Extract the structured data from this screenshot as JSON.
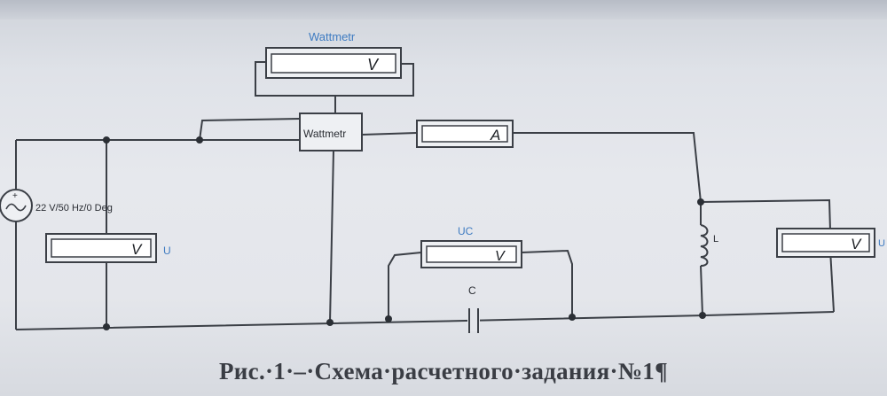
{
  "diagram": {
    "wattmeter_top_label": "Wattmetr",
    "wattmeter_top_display": "V",
    "wattmeter_box_label": "Wattmetr",
    "ammeter_display": "A",
    "source_label": "22 V/50 Hz/0 Deg",
    "source_symbol": "+",
    "voltmeter_u_display": "V",
    "voltmeter_u_label": "U",
    "voltmeter_uc_label": "UC",
    "voltmeter_uc_display": "V",
    "capacitor_label": "C",
    "inductor_label": "L",
    "voltmeter_ul_display": "V",
    "voltmeter_ul_label": "U"
  },
  "caption": "Рис.·1·–·Схема·расчетного·задания·№1¶"
}
